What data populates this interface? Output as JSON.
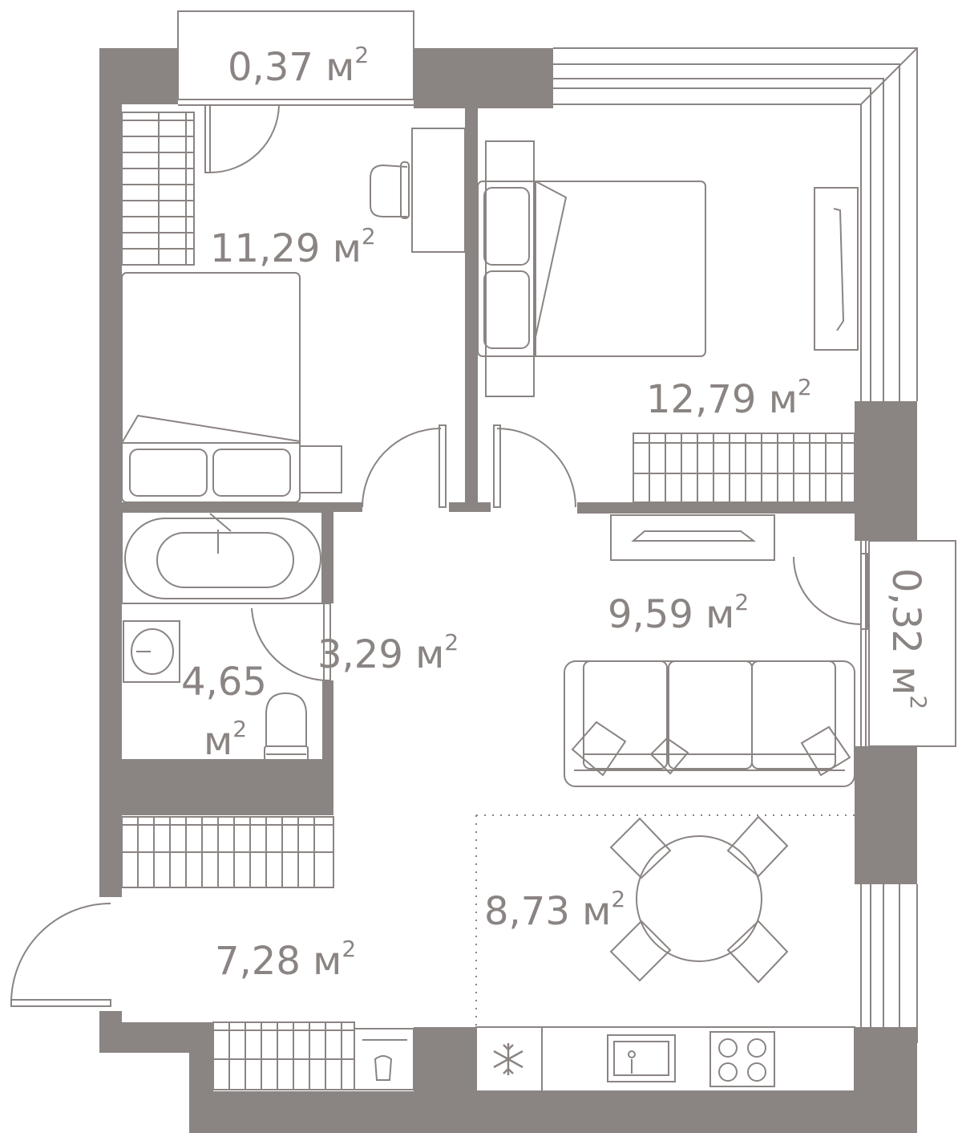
{
  "plan": {
    "colors": {
      "wall": "#8a8482",
      "line": "#8a8482",
      "background": "#ffffff"
    },
    "rooms": [
      {
        "id": "balcony-top",
        "area": "0,37",
        "unit": "м",
        "exp": "2"
      },
      {
        "id": "bedroom-left",
        "area": "11,29",
        "unit": "м",
        "exp": "2"
      },
      {
        "id": "bedroom-right",
        "area": "12,79",
        "unit": "м",
        "exp": "2"
      },
      {
        "id": "bathroom",
        "area_line1": "4,65",
        "area_line2": "м",
        "exp": "2"
      },
      {
        "id": "corridor",
        "area": "3,29",
        "unit": "м",
        "exp": "2"
      },
      {
        "id": "living-room",
        "area": "9,59",
        "unit": "м",
        "exp": "2"
      },
      {
        "id": "balcony-right",
        "area": "0,32",
        "unit": "м",
        "exp": "2"
      },
      {
        "id": "dining",
        "area": "8,73",
        "unit": "м",
        "exp": "2"
      },
      {
        "id": "hallway",
        "area": "7,28",
        "unit": "м",
        "exp": "2"
      }
    ],
    "icons": [
      "snowflake-icon",
      "sink-icon",
      "stove-icon"
    ]
  }
}
